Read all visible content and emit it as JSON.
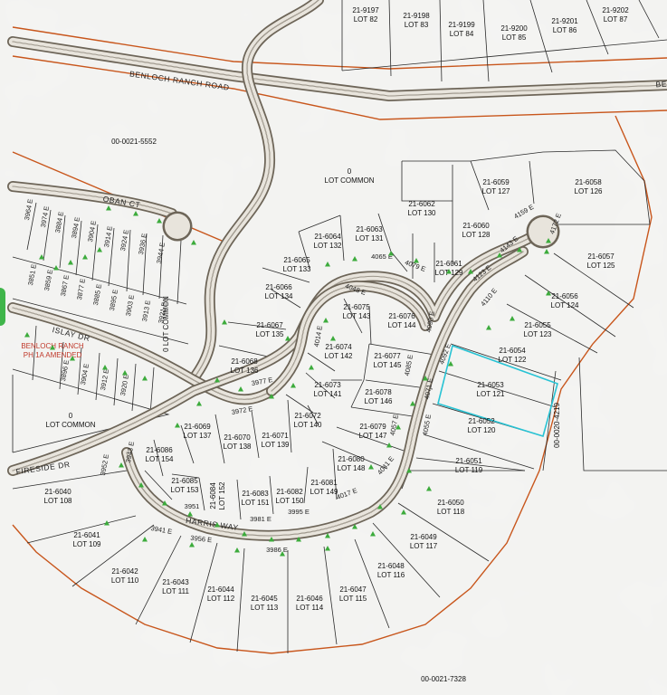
{
  "colors": {
    "background": "#f3f3f1",
    "boundary": "#c8561c",
    "lot_lines": "#2a2a2a",
    "road_fill": "#e8e4dc",
    "road_edge": "#6d6558",
    "highlight": "#28c3d4",
    "marker": "#3cab3c",
    "subdivision_label": "#c0392b",
    "side_tab": "#3fb54a"
  },
  "roads": [
    {
      "id": "benloch",
      "label": "BENLOCH RANCH ROAD"
    },
    {
      "id": "oban",
      "label": "OBAN CT"
    },
    {
      "id": "islay",
      "label": "ISLAY DR"
    },
    {
      "id": "fireside",
      "label": "FIRESIDE DR"
    },
    {
      "id": "harris",
      "label": "HARRIS WAY"
    },
    {
      "id": "benloch_tail",
      "label": "BE"
    }
  ],
  "parcels": [
    {
      "id": "p1",
      "label": "00-0021-5552"
    },
    {
      "id": "p2",
      "label": "00-0020-4219"
    },
    {
      "id": "p3",
      "label": "00-0021-7328"
    }
  ],
  "commons": [
    {
      "id": "c1",
      "line1": "0",
      "line2": "LOT COMMON"
    },
    {
      "id": "c2",
      "line1": "0",
      "line2": "LOT COMMON"
    },
    {
      "id": "c3",
      "line1": "0 LOT COMMON"
    }
  ],
  "subdivision": {
    "line1": "BENLOCH RANCH",
    "line2": "PH 1A AMENDED"
  },
  "lots": [
    {
      "id": "21-9197",
      "lot": "LOT 82"
    },
    {
      "id": "21-9198",
      "lot": "LOT 83"
    },
    {
      "id": "21-9199",
      "lot": "LOT 84"
    },
    {
      "id": "21-9200",
      "lot": "LOT 85"
    },
    {
      "id": "21-9201",
      "lot": "LOT 86"
    },
    {
      "id": "21-9202",
      "lot": "LOT 87"
    },
    {
      "id": "21-6059",
      "lot": "LOT 127"
    },
    {
      "id": "21-6058",
      "lot": "LOT 126"
    },
    {
      "id": "21-6062",
      "lot": "LOT 130"
    },
    {
      "id": "21-6063",
      "lot": "LOT 131"
    },
    {
      "id": "21-6064",
      "lot": "LOT 132"
    },
    {
      "id": "21-6060",
      "lot": "LOT 128"
    },
    {
      "id": "21-6057",
      "lot": "LOT 125"
    },
    {
      "id": "21-6065",
      "lot": "LOT 133"
    },
    {
      "id": "21-6061",
      "lot": "LOT 129"
    },
    {
      "id": "21-6066",
      "lot": "LOT 134"
    },
    {
      "id": "21-6056",
      "lot": "LOT 124"
    },
    {
      "id": "21-6075",
      "lot": "LOT 143"
    },
    {
      "id": "21-6076",
      "lot": "LOT 144"
    },
    {
      "id": "21-6055",
      "lot": "LOT 123"
    },
    {
      "id": "21-6067",
      "lot": "LOT 135"
    },
    {
      "id": "21-6074",
      "lot": "LOT 142"
    },
    {
      "id": "21-6054",
      "lot": "LOT 122"
    },
    {
      "id": "21-6068",
      "lot": "LOT 136"
    },
    {
      "id": "21-6077",
      "lot": "LOT 145"
    },
    {
      "id": "21-6053",
      "lot": "LOT 121"
    },
    {
      "id": "21-6073",
      "lot": "LOT 141"
    },
    {
      "id": "21-6078",
      "lot": "LOT 146"
    },
    {
      "id": "21-6072",
      "lot": "LOT 140"
    },
    {
      "id": "21-6052",
      "lot": "LOT 120"
    },
    {
      "id": "21-6069",
      "lot": "LOT 137"
    },
    {
      "id": "21-6070",
      "lot": "LOT 138"
    },
    {
      "id": "21-6071",
      "lot": "LOT 139"
    },
    {
      "id": "21-6079",
      "lot": "LOT 147"
    },
    {
      "id": "21-6086",
      "lot": "LOT 154"
    },
    {
      "id": "21-6080",
      "lot": "LOT 148"
    },
    {
      "id": "21-6051",
      "lot": "LOT 119"
    },
    {
      "id": "21-6085",
      "lot": "LOT 153"
    },
    {
      "id": "21-6084",
      "lot": "LOT 152"
    },
    {
      "id": "21-6083",
      "lot": "LOT 151"
    },
    {
      "id": "21-6082",
      "lot": "LOT 150"
    },
    {
      "id": "21-6081",
      "lot": "LOT 149"
    },
    {
      "id": "21-6040",
      "lot": "LOT 108"
    },
    {
      "id": "21-6050",
      "lot": "LOT 118"
    },
    {
      "id": "21-6041",
      "lot": "LOT 109"
    },
    {
      "id": "21-6049",
      "lot": "LOT 117"
    },
    {
      "id": "21-6042",
      "lot": "LOT 110"
    },
    {
      "id": "21-6043",
      "lot": "LOT 111"
    },
    {
      "id": "21-6048",
      "lot": "LOT 116"
    },
    {
      "id": "21-6044",
      "lot": "LOT 112"
    },
    {
      "id": "21-6045",
      "lot": "LOT 113"
    },
    {
      "id": "21-6046",
      "lot": "LOT 114"
    },
    {
      "id": "21-6047",
      "lot": "LOT 115"
    }
  ],
  "addresses": [
    {
      "id": "a1",
      "text": "3964 E"
    },
    {
      "id": "a2",
      "text": "3974 E"
    },
    {
      "id": "a3",
      "text": "3884 E"
    },
    {
      "id": "a4",
      "text": "3894 E"
    },
    {
      "id": "a5",
      "text": "3904 E"
    },
    {
      "id": "a6",
      "text": "3914 E"
    },
    {
      "id": "a7",
      "text": "3924 E"
    },
    {
      "id": "a8",
      "text": "3936 E"
    },
    {
      "id": "a9",
      "text": "3944 E"
    },
    {
      "id": "a10",
      "text": "3851 E"
    },
    {
      "id": "a11",
      "text": "3859 E"
    },
    {
      "id": "a12",
      "text": "3867 E"
    },
    {
      "id": "a13",
      "text": "3877 E"
    },
    {
      "id": "a14",
      "text": "3885 E"
    },
    {
      "id": "a15",
      "text": "3895 E"
    },
    {
      "id": "a16",
      "text": "3903 E"
    },
    {
      "id": "a17",
      "text": "3913 E"
    },
    {
      "id": "a18",
      "text": "3921 E"
    },
    {
      "id": "a19",
      "text": "3896 E"
    },
    {
      "id": "a20",
      "text": "3904 E"
    },
    {
      "id": "a21",
      "text": "3912 E"
    },
    {
      "id": "a22",
      "text": "3920 E"
    },
    {
      "id": "a23",
      "text": "4065 E"
    },
    {
      "id": "a24",
      "text": "4079 E"
    },
    {
      "id": "a25",
      "text": "4123 E"
    },
    {
      "id": "a26",
      "text": "4143 E"
    },
    {
      "id": "a27",
      "text": "4159 E"
    },
    {
      "id": "a28",
      "text": "4172 E"
    },
    {
      "id": "a29",
      "text": "4048 E"
    },
    {
      "id": "a30",
      "text": "4090 E"
    },
    {
      "id": "a31",
      "text": "4110 E"
    },
    {
      "id": "a32",
      "text": "4014 E"
    },
    {
      "id": "a33",
      "text": "4085 E"
    },
    {
      "id": "a34",
      "text": "4092 E"
    },
    {
      "id": "a35",
      "text": "3977 E"
    },
    {
      "id": "a36",
      "text": "4071 E"
    },
    {
      "id": "a37",
      "text": "3972 E"
    },
    {
      "id": "a38",
      "text": "4057 E"
    },
    {
      "id": "a39",
      "text": "4055 E"
    },
    {
      "id": "a40",
      "text": "3943 E"
    },
    {
      "id": "a41",
      "text": "3952 E"
    },
    {
      "id": "a42",
      "text": "4041 E"
    },
    {
      "id": "a43",
      "text": "3951"
    },
    {
      "id": "a44",
      "text": "4017 E"
    },
    {
      "id": "a45",
      "text": "3995 E"
    },
    {
      "id": "a46",
      "text": "3981 E"
    },
    {
      "id": "a47",
      "text": "3941 E"
    },
    {
      "id": "a48",
      "text": "3956 E"
    },
    {
      "id": "a49",
      "text": "3986 E"
    }
  ]
}
